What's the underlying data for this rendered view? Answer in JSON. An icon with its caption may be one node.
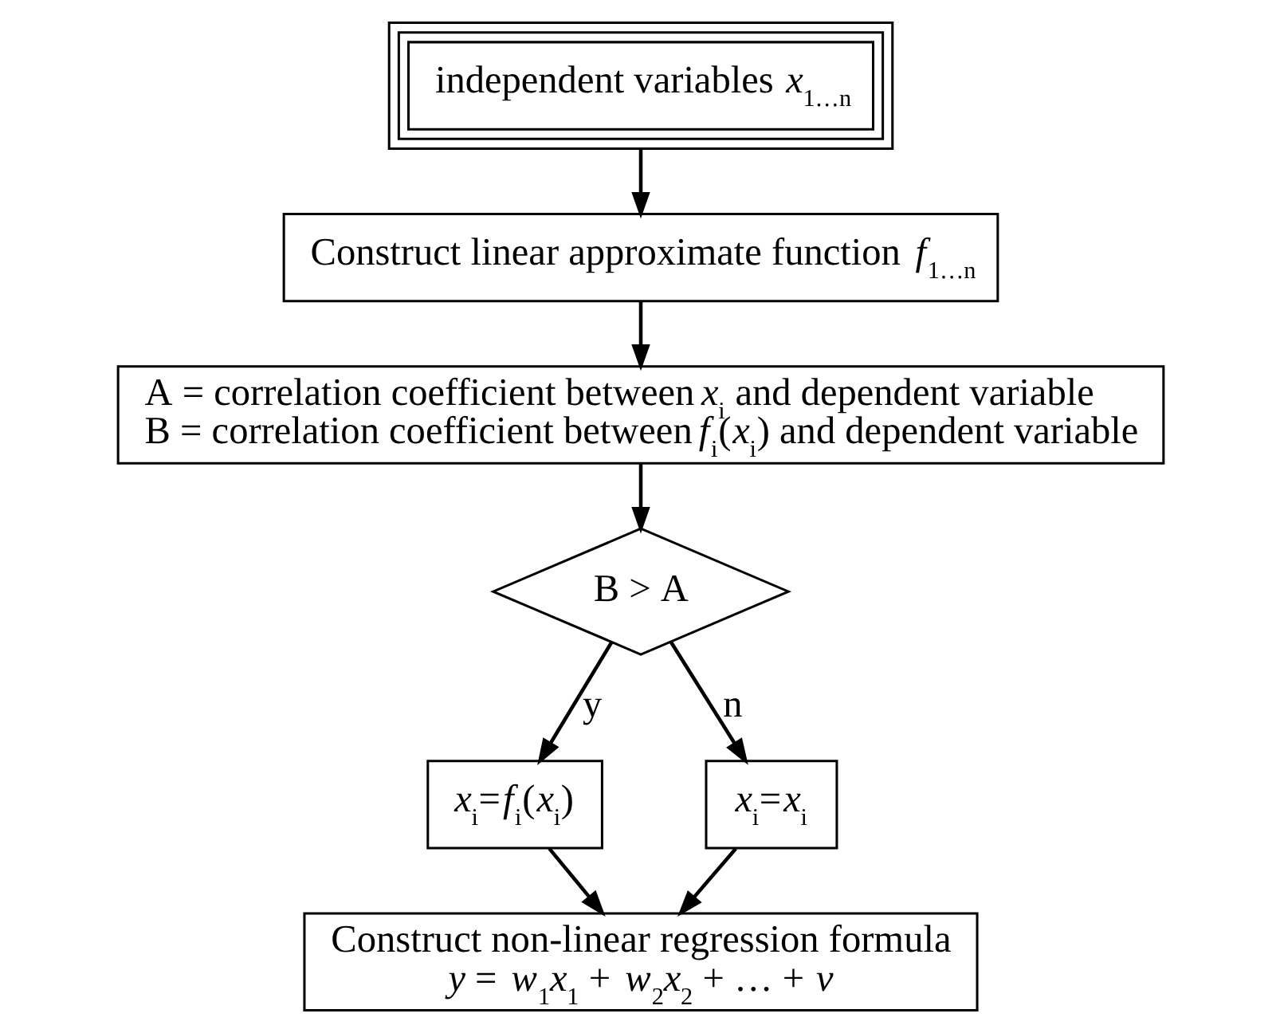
{
  "diagram": {
    "nodes": [
      {
        "text": [
          "independent variables *x*$_{1…n}$"
        ]
      },
      {
        "text": [
          "Construct linear approximate function *f*$_{1…n}$"
        ]
      },
      {
        "text": [
          "A = correlation coefficient between *x*$_{i}$ and dependent variable",
          "B = correlation coefficient between *f*$_{i}$(*x*$_{i}$) and dependent variable"
        ]
      },
      {
        "text": [
          "B > A"
        ]
      },
      {
        "text": [
          "*x*$_{i}$=*f*$_{i}$(*x*$_{i}$)"
        ]
      },
      {
        "text": [
          "*x*$_{i}$=*x*$_{i}$"
        ]
      },
      {
        "text": [
          "Construct non-linear regression formula",
          "*y* = *w*$_{1}$*x*$_{1}$ + *w*$_{2}$*x*$_{2}$ + … + *v*"
        ]
      }
    ],
    "edges": [
      {
        "from": 0,
        "to": 1,
        "arrow": "to"
      },
      {
        "from": 1,
        "to": 2,
        "arrow": "to"
      },
      {
        "from": 2,
        "to": 3,
        "arrow": "to"
      },
      {
        "from": 3,
        "to": 4,
        "arrow": "to",
        "label": "y"
      },
      {
        "from": 3,
        "to": 5,
        "arrow": "to",
        "label": "n"
      },
      {
        "from": 4,
        "to": 6,
        "arrow": "to"
      },
      {
        "from": 5,
        "to": 6,
        "arrow": "to"
      }
    ]
  }
}
